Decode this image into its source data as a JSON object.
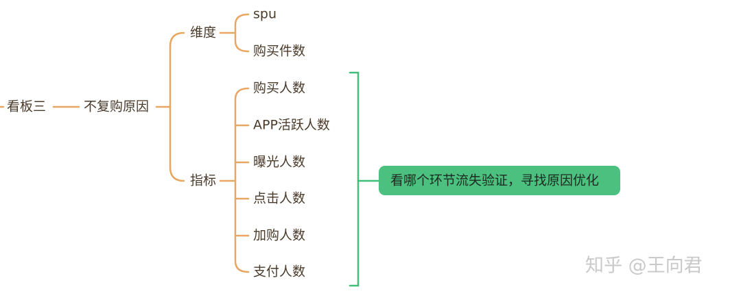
{
  "mindmap": {
    "root": "看板三",
    "reason": "不复购原因",
    "dimension": {
      "label": "维度",
      "items": [
        "spu",
        "购买件数"
      ]
    },
    "metric": {
      "label": "指标",
      "items": [
        "购买人数",
        "APP活跃人数",
        "曝光人数",
        "点击人数",
        "加购人数",
        "支付人数"
      ]
    },
    "callout": "看哪个环节流失验证，寻找原因优化"
  },
  "watermark": "知乎 @王向君",
  "colors": {
    "branch": "#e8a663",
    "bracket": "#3fbf7a",
    "callout_bg": "#4cc07e",
    "text": "#4a3a2a"
  }
}
